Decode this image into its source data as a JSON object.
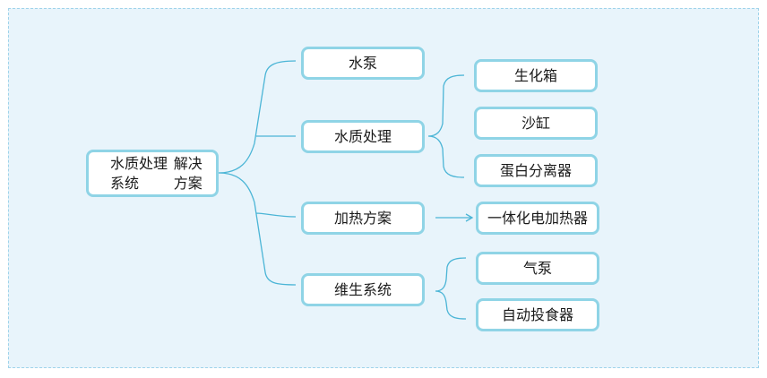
{
  "diagram": {
    "root": {
      "label": "水质处理系统\n解决方案"
    },
    "branches": [
      {
        "label": "水泵",
        "children": []
      },
      {
        "label": "水质处理",
        "children": [
          "生化箱",
          "沙缸",
          "蛋白分离器"
        ]
      },
      {
        "label": "加热方案",
        "children": [
          "一体化电加热器"
        ]
      },
      {
        "label": "维生系统",
        "children": [
          "气泵",
          "自动投食器"
        ]
      }
    ]
  },
  "colors": {
    "background": "#e8f4fb",
    "border_dashed": "#9fd3ea",
    "node_border": "#8fd4e6",
    "connector": "#4bb5d6"
  }
}
